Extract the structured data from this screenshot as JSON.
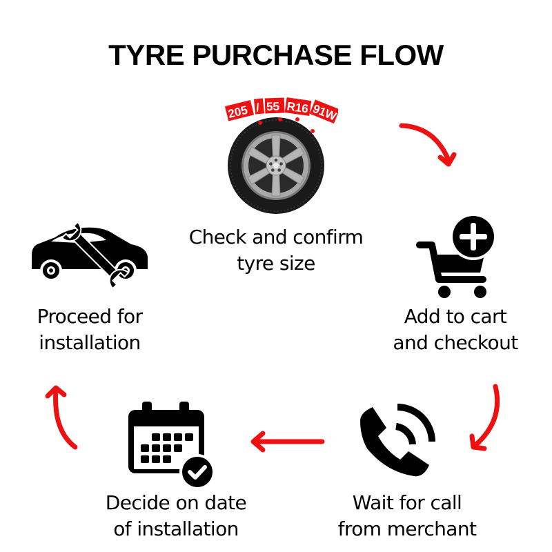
{
  "title": "TYRE PURCHASE FLOW",
  "accent_color": "#ee1111",
  "tyre_size_tags": [
    "205",
    "/",
    "55",
    "R16",
    "91W"
  ],
  "steps": [
    {
      "icon": "tyre-icon",
      "line1": "Check and confirm",
      "line2": "tyre size"
    },
    {
      "icon": "cart-add-icon",
      "line1": "Add to cart",
      "line2": "and checkout"
    },
    {
      "icon": "phone-call-icon",
      "line1": "Wait for call",
      "line2": "from merchant"
    },
    {
      "icon": "calendar-check-icon",
      "line1": "Decide on date",
      "line2": "of installation"
    },
    {
      "icon": "car-repair-icon",
      "line1": "Proceed for",
      "line2": "installation"
    }
  ]
}
